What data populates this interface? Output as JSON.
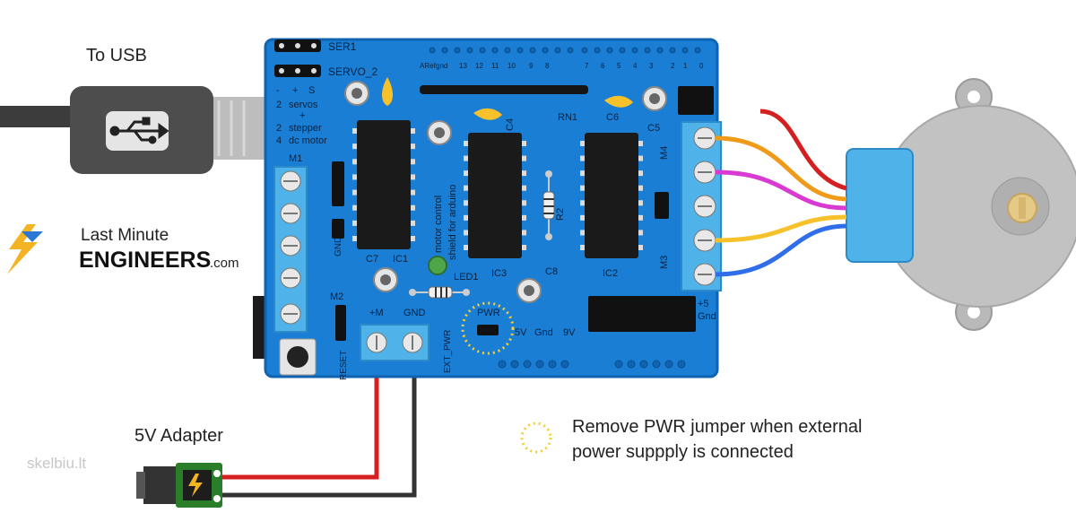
{
  "labels": {
    "to_usb": "To USB",
    "adapter": "5V Adapter",
    "note_line1": "Remove PWR jumper when external",
    "note_line2": "power suppply is connected"
  },
  "logo": {
    "line1": "Last Minute",
    "line2": "ENGINEERS",
    "suffix": ".com"
  },
  "watermark": "skelbiu.lt",
  "board": {
    "ser1": "SER1",
    "servo2": "SERVO_2",
    "pins_top": [
      "ARef",
      "gnd",
      "13",
      "12",
      "11",
      "10",
      "9",
      "8",
      "7",
      "6",
      "5",
      "4",
      "3",
      "2",
      "1",
      "0"
    ],
    "legend_minus": "-",
    "legend_plus": "+",
    "legend_s": "S",
    "legend_servos_n": "2",
    "legend_servos": "servos",
    "legend_plus2": "+",
    "legend_stepper_n": "2",
    "legend_stepper": "stepper",
    "legend_dc_n": "4",
    "legend_dc": "dc motor",
    "m1": "M1",
    "m2": "M2",
    "m3": "M3",
    "m4": "M4",
    "gnd_side": "GND",
    "reset": "RESET",
    "plus_m": "+M",
    "gnd": "GND",
    "ext_pwr": "EXT_PWR",
    "pwr": "PWR",
    "v5": "5V",
    "gnd2": "Gnd",
    "v9": "9V",
    "c7": "C7",
    "ic1": "IC1",
    "ic2": "IC2",
    "ic3": "IC3",
    "c4": "C4",
    "c5": "C5",
    "c6": "C6",
    "c8": "C8",
    "rn1": "RN1",
    "r2": "R2",
    "led1": "LED1",
    "shield_line1": "motor control",
    "shield_line2": "shield for arduino",
    "plus5": "+5",
    "gnd3": "Gnd"
  },
  "colors": {
    "board": "#1a7fd4",
    "board_edge": "#0f63b0",
    "wire_red": "#d42020",
    "wire_black": "#333333",
    "wire_orange": "#f09a1a",
    "wire_pink": "#d83ad2",
    "wire_yellow": "#f7c12b",
    "wire_blue": "#2f6ee8",
    "terminal": "#4fb3ea",
    "note_ring": "#f2cf3b",
    "logo_bolt": "#f3b323"
  }
}
